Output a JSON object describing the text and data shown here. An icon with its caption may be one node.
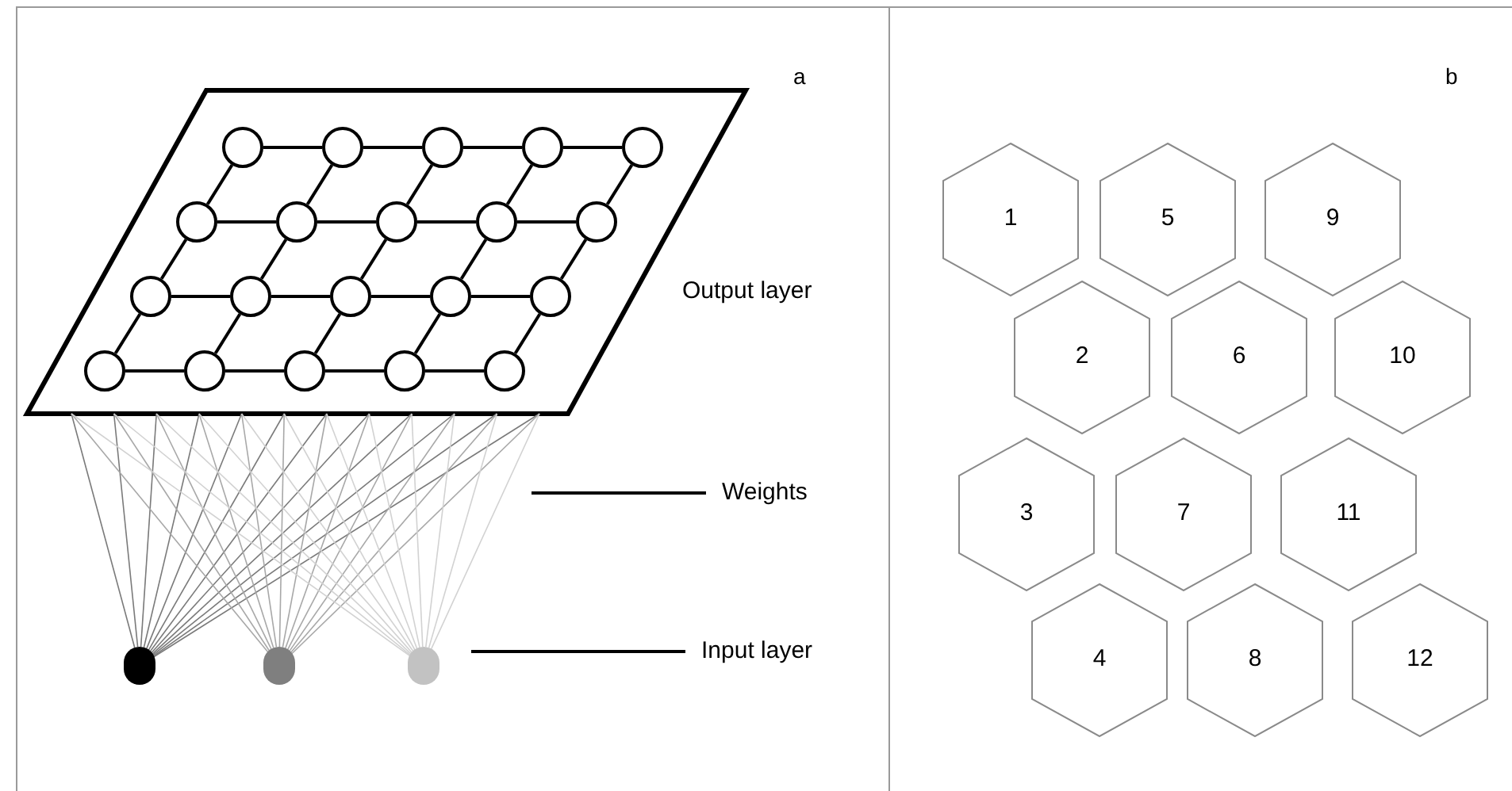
{
  "diagram": {
    "nodes": [
      {
        "text": [],
        "shape": "parallelogram",
        "beside": [
          "Output layer"
        ]
      },
      {
        "text": [],
        "shape": "circle",
        "in": 0
      },
      {
        "text": [],
        "shape": "circle",
        "in": 0
      },
      {
        "text": [],
        "shape": "circle",
        "in": 0
      },
      {
        "text": [],
        "shape": "circle",
        "in": 0
      },
      {
        "text": [],
        "shape": "circle",
        "in": 0
      },
      {
        "text": [],
        "shape": "circle",
        "in": 0
      },
      {
        "text": [],
        "shape": "circle",
        "in": 0
      },
      {
        "text": [],
        "shape": "circle",
        "in": 0
      },
      {
        "text": [],
        "shape": "circle",
        "in": 0
      },
      {
        "text": [],
        "shape": "circle",
        "in": 0
      },
      {
        "text": [],
        "shape": "circle",
        "in": 0
      },
      {
        "text": [],
        "shape": "circle",
        "in": 0
      },
      {
        "text": [],
        "shape": "circle",
        "in": 0
      },
      {
        "text": [],
        "shape": "circle",
        "in": 0
      },
      {
        "text": [],
        "shape": "circle",
        "in": 0
      },
      {
        "text": [],
        "shape": "circle",
        "in": 0
      },
      {
        "text": [],
        "shape": "circle",
        "in": 0
      },
      {
        "text": [],
        "shape": "circle",
        "in": 0
      },
      {
        "text": [],
        "shape": "circle",
        "in": 0
      },
      {
        "text": [],
        "shape": "circle",
        "in": 0
      },
      {
        "text": [],
        "shape": "circle"
      },
      {
        "text": [],
        "shape": "circle"
      },
      {
        "text": [],
        "shape": "circle"
      },
      {
        "text": [
          "Weights"
        ]
      },
      {
        "text": [
          "Input layer"
        ]
      },
      {
        "text": [
          "1"
        ]
      },
      {
        "text": [
          "5"
        ]
      },
      {
        "text": [
          "9"
        ]
      },
      {
        "text": [
          "2"
        ]
      },
      {
        "text": [
          "6"
        ]
      },
      {
        "text": [
          "10"
        ]
      },
      {
        "text": [
          "3"
        ]
      },
      {
        "text": [
          "7"
        ]
      },
      {
        "text": [
          "11"
        ]
      },
      {
        "text": [
          "4"
        ]
      },
      {
        "text": [
          "8"
        ]
      },
      {
        "text": [
          "12"
        ]
      }
    ],
    "edges": [
      {
        "from": 1,
        "to": 2,
        "arrow": "none"
      },
      {
        "from": 2,
        "to": 3,
        "arrow": "none"
      },
      {
        "from": 3,
        "to": 4,
        "arrow": "none"
      },
      {
        "from": 4,
        "to": 5,
        "arrow": "none"
      },
      {
        "from": 6,
        "to": 7,
        "arrow": "none"
      },
      {
        "from": 7,
        "to": 8,
        "arrow": "none"
      },
      {
        "from": 8,
        "to": 9,
        "arrow": "none"
      },
      {
        "from": 9,
        "to": 10,
        "arrow": "none"
      },
      {
        "from": 11,
        "to": 12,
        "arrow": "none"
      },
      {
        "from": 12,
        "to": 13,
        "arrow": "none"
      },
      {
        "from": 13,
        "to": 14,
        "arrow": "none"
      },
      {
        "from": 14,
        "to": 15,
        "arrow": "none"
      },
      {
        "from": 16,
        "to": 17,
        "arrow": "none"
      },
      {
        "from": 17,
        "to": 18,
        "arrow": "none"
      },
      {
        "from": 18,
        "to": 19,
        "arrow": "none"
      },
      {
        "from": 19,
        "to": 20,
        "arrow": "none"
      },
      {
        "from": 1,
        "to": 6,
        "arrow": "none"
      },
      {
        "from": 2,
        "to": 7,
        "arrow": "none"
      },
      {
        "from": 3,
        "to": 8,
        "arrow": "none"
      },
      {
        "from": 4,
        "to": 9,
        "arrow": "none"
      },
      {
        "from": 5,
        "to": 10,
        "arrow": "none"
      },
      {
        "from": 6,
        "to": 11,
        "arrow": "none"
      },
      {
        "from": 7,
        "to": 12,
        "arrow": "none"
      },
      {
        "from": 8,
        "to": 13,
        "arrow": "none"
      },
      {
        "from": 9,
        "to": 14,
        "arrow": "none"
      },
      {
        "from": 10,
        "to": 15,
        "arrow": "none"
      },
      {
        "from": 11,
        "to": 16,
        "arrow": "none"
      },
      {
        "from": 12,
        "to": 17,
        "arrow": "none"
      },
      {
        "from": 13,
        "to": 18,
        "arrow": "none"
      },
      {
        "from": 14,
        "to": 19,
        "arrow": "none"
      },
      {
        "from": 15,
        "to": 20,
        "arrow": "none"
      },
      {
        "from": 21,
        "to": 0,
        "arrow": "none",
        "color": "#7a7a7a"
      },
      {
        "from": 21,
        "to": 0,
        "arrow": "none",
        "color": "#7a7a7a"
      },
      {
        "from": 21,
        "to": 0,
        "arrow": "none",
        "color": "#7a7a7a"
      },
      {
        "from": 21,
        "to": 0,
        "arrow": "none",
        "color": "#7a7a7a"
      },
      {
        "from": 21,
        "to": 0,
        "arrow": "none",
        "color": "#7a7a7a"
      },
      {
        "from": 21,
        "to": 0,
        "arrow": "none",
        "color": "#7a7a7a"
      },
      {
        "from": 21,
        "to": 0,
        "arrow": "none",
        "color": "#7a7a7a"
      },
      {
        "from": 21,
        "to": 0,
        "arrow": "none",
        "color": "#7a7a7a"
      },
      {
        "from": 21,
        "to": 0,
        "arrow": "none",
        "color": "#7a7a7a"
      },
      {
        "from": 21,
        "to": 0,
        "arrow": "none",
        "color": "#7a7a7a"
      },
      {
        "from": 21,
        "to": 0,
        "arrow": "none",
        "color": "#7a7a7a"
      },
      {
        "from": 21,
        "to": 0,
        "arrow": "none",
        "color": "#7a7a7a"
      },
      {
        "from": 22,
        "to": 0,
        "arrow": "none",
        "color": "#a8a8a8"
      },
      {
        "from": 22,
        "to": 0,
        "arrow": "none",
        "color": "#a8a8a8"
      },
      {
        "from": 22,
        "to": 0,
        "arrow": "none",
        "color": "#a8a8a8"
      },
      {
        "from": 22,
        "to": 0,
        "arrow": "none",
        "color": "#a8a8a8"
      },
      {
        "from": 22,
        "to": 0,
        "arrow": "none",
        "color": "#a8a8a8"
      },
      {
        "from": 22,
        "to": 0,
        "arrow": "none",
        "color": "#a8a8a8"
      },
      {
        "from": 22,
        "to": 0,
        "arrow": "none",
        "color": "#a8a8a8"
      },
      {
        "from": 22,
        "to": 0,
        "arrow": "none",
        "color": "#a8a8a8"
      },
      {
        "from": 22,
        "to": 0,
        "arrow": "none",
        "color": "#a8a8a8"
      },
      {
        "from": 22,
        "to": 0,
        "arrow": "none",
        "color": "#a8a8a8"
      },
      {
        "from": 22,
        "to": 0,
        "arrow": "none",
        "color": "#a8a8a8"
      },
      {
        "from": 22,
        "to": 0,
        "arrow": "none",
        "color": "#a8a8a8"
      },
      {
        "from": 23,
        "to": 0,
        "arrow": "none",
        "color": "#d2d2d2"
      },
      {
        "from": 23,
        "to": 0,
        "arrow": "none",
        "color": "#d2d2d2"
      },
      {
        "from": 23,
        "to": 0,
        "arrow": "none",
        "color": "#d2d2d2"
      },
      {
        "from": 23,
        "to": 0,
        "arrow": "none",
        "color": "#d2d2d2"
      },
      {
        "from": 23,
        "to": 0,
        "arrow": "none",
        "color": "#d2d2d2"
      },
      {
        "from": 23,
        "to": 0,
        "arrow": "none",
        "color": "#d2d2d2"
      },
      {
        "from": 23,
        "to": 0,
        "arrow": "none",
        "color": "#d2d2d2"
      },
      {
        "from": 23,
        "to": 0,
        "arrow": "none",
        "color": "#d2d2d2"
      },
      {
        "from": 23,
        "to": 0,
        "arrow": "none",
        "color": "#d2d2d2"
      },
      {
        "from": 23,
        "to": 0,
        "arrow": "none",
        "color": "#d2d2d2"
      },
      {
        "from": 23,
        "to": 0,
        "arrow": "none",
        "color": "#d2d2d2"
      },
      {
        "from": 23,
        "to": 0,
        "arrow": "none",
        "color": "#d2d2d2"
      },
      {
        "from": 24,
        "to": null,
        "arrow": "none"
      },
      {
        "from": 25,
        "to": null,
        "arrow": "none"
      }
    ],
    "labels": [
      "a",
      "b"
    ]
  }
}
